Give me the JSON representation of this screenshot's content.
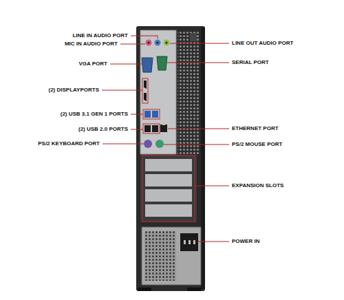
{
  "diagram": {
    "labels": [
      "LINE IN AUDIO PORT",
      "MIC IN AUDIO PORT",
      "LINE OUT AUDIO PORT",
      "VGA PORT",
      "SERIAL PORT",
      "(2) DISPLAYPORTS",
      "(2) USB 3.1 GEN 1 PORTS",
      "(2) USB 2.0 PORTS",
      "ETHERNET PORT",
      "PS/2 KEYBOARD PORT",
      "PS/2 MOUSE PORT",
      "EXPANSION SLOTS",
      "POWER IN"
    ]
  }
}
